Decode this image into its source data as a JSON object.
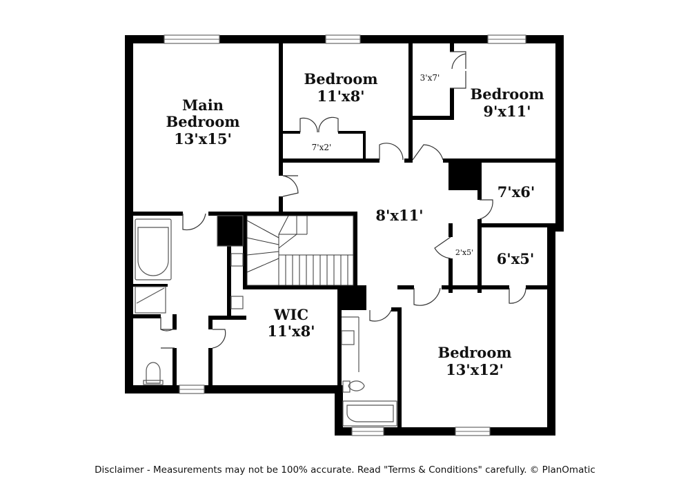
{
  "rooms": {
    "main_bedroom": {
      "name_line1": "Main",
      "name_line2": "Bedroom",
      "size": "13'x15'"
    },
    "bedroom_a": {
      "name": "Bedroom",
      "size": "11'x8'"
    },
    "bedroom_b": {
      "name": "Bedroom",
      "size": "9'x11'"
    },
    "bedroom_c": {
      "name": "Bedroom",
      "size": "13'x12'"
    },
    "closet_a": {
      "size": "7'x2'"
    },
    "closet_b": {
      "size": "3'x7'"
    },
    "hall": {
      "size": "8'x11'"
    },
    "room_7x6": {
      "size": "7'x6'"
    },
    "room_6x5": {
      "size": "6'x5'"
    },
    "closet_c": {
      "size": "2'x5'"
    },
    "wic": {
      "name": "WIC",
      "size": "11'x8'"
    }
  },
  "disclaimer": "Disclaimer - Measurements may not be 100% accurate. Read \"Terms & Conditions\" carefully. © PlanOmatic",
  "colors": {
    "wall": "#000000",
    "fixture": "#555555",
    "window": "#777777"
  }
}
